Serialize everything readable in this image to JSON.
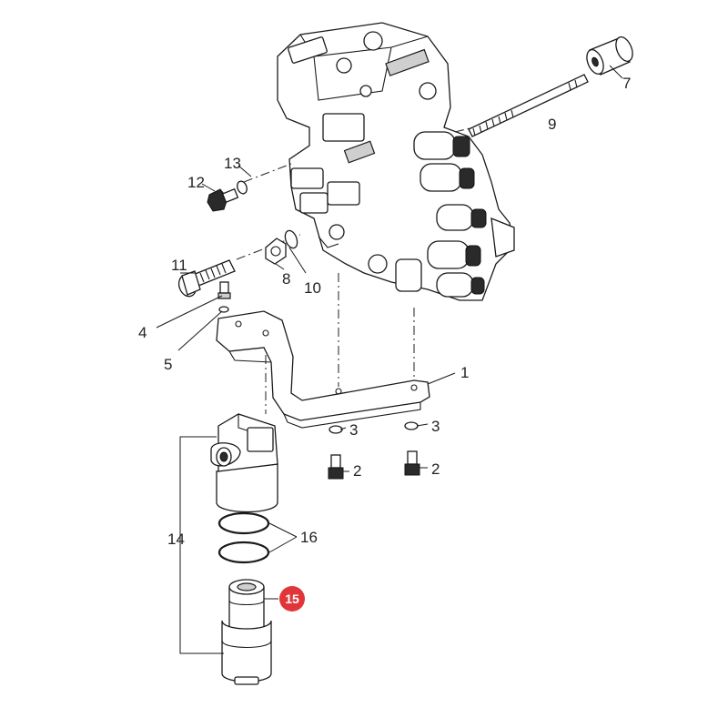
{
  "callouts": {
    "c1": "1",
    "c2a": "2",
    "c2b": "2",
    "c3a": "3",
    "c3b": "3",
    "c4": "4",
    "c5": "5",
    "c7": "7",
    "c8": "8",
    "c9": "9",
    "c10": "10",
    "c11": "11",
    "c12": "12",
    "c13": "13",
    "c14": "14",
    "c15": "15",
    "c16": "16"
  },
  "colors": {
    "highlight_badge": "#e0363a",
    "line": "#1a1a1a",
    "background": "#ffffff"
  },
  "highlighted_part": "15"
}
